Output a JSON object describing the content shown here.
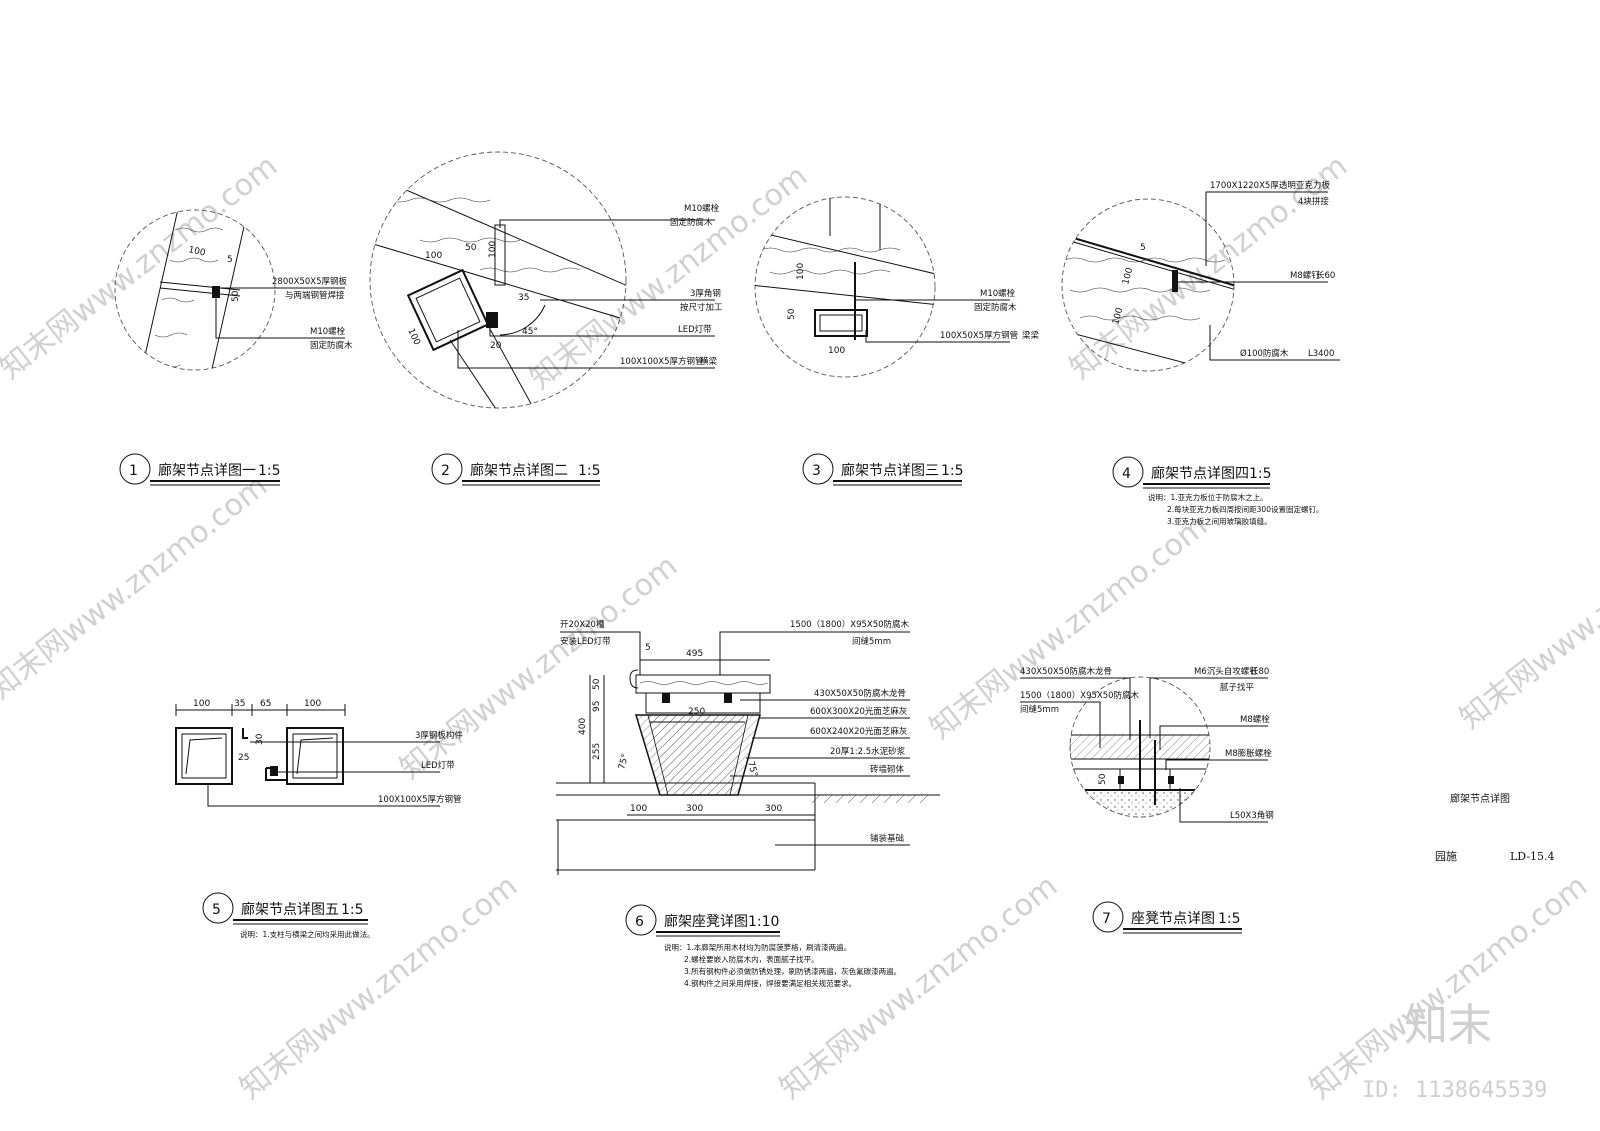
{
  "sheet": {
    "drawing_name": "廊架节点详图",
    "discipline": "园施",
    "drawing_no": "LD-15.4"
  },
  "watermark": {
    "text": "知末网www.znzmo.com",
    "brand": "知末",
    "id": "ID: 1138645539"
  },
  "details": [
    {
      "num": "1",
      "title": "廊架节点详图一",
      "scale": "1:5",
      "labels": [
        "2800X50X5厚钢板",
        "与两端钢管焊接",
        "M10螺栓",
        "固定防腐木"
      ],
      "dims": [
        "100",
        "5",
        "50"
      ]
    },
    {
      "num": "2",
      "title": "廊架节点详图二",
      "scale": "1:5",
      "labels": [
        "M10螺栓",
        "固定防腐木",
        "3厚角钢",
        "按尺寸加工",
        "LED灯带",
        "100X100X5厚方钢管",
        "横梁"
      ],
      "dims": [
        "100",
        "50",
        "100",
        "100",
        "35",
        "20",
        "45°"
      ]
    },
    {
      "num": "3",
      "title": "廊架节点详图三",
      "scale": "1:5",
      "labels": [
        "M10螺栓",
        "固定防腐木",
        "100X50X5厚方钢管",
        "梁梁"
      ],
      "dims": [
        "100",
        "50",
        "100"
      ]
    },
    {
      "num": "4",
      "title": "廊架节点详图四",
      "scale": "1:5",
      "labels": [
        "1700X1220X5厚透明亚克力板",
        "4块拼接",
        "M8螺钉",
        "长60",
        "Ø100防腐木",
        "L3400"
      ],
      "dims": [
        "5",
        "100",
        "100"
      ],
      "notes": [
        "说明：1.亚克力板位于防腐木之上。",
        "2.每块亚克力板四周按间距300设置固定螺钉。",
        "3.亚克力板之间用玻璃胶填缝。"
      ]
    },
    {
      "num": "5",
      "title": "廊架节点详图五",
      "scale": "1:5",
      "labels": [
        "3厚钢板构件",
        "LED灯带",
        "100X100X5厚方钢管"
      ],
      "dims": [
        "100",
        "35",
        "65",
        "100",
        "30",
        "25"
      ],
      "notes": [
        "说明：1.支柱与横梁之间均采用此做法。"
      ]
    },
    {
      "num": "6",
      "title": "廊架座凳详图",
      "scale": "1:10",
      "labels": [
        "开20X20槽",
        "安装LED灯带",
        "1500（1800）X95X50防腐木",
        "间缝5mm",
        "430X50X50防腐木龙骨",
        "600X300X20光面芝麻灰",
        "600X240X20光面芝麻灰",
        "20厚1:2.5水泥砂浆",
        "砖墙砌体",
        "铺装基础"
      ],
      "dims": [
        "495",
        "5",
        "50",
        "95",
        "400",
        "255",
        "250",
        "75°",
        "75°",
        "100",
        "300",
        "300"
      ],
      "notes": [
        "说明：1.本廊架所用木材均为防腐菠萝格，刷清漆两遍。",
        "2.螺栓要嵌入防腐木内，表面腻子找平。",
        "3.所有钢构件必须做防锈处理，刷防锈漆两遍，灰色氟碳漆两遍。",
        "4.钢构件之间采用焊接，焊接要满足相关规范要求。"
      ]
    },
    {
      "num": "7",
      "title": "座凳节点详图",
      "scale": "1:5",
      "labels": [
        "430X50X50防腐木龙骨",
        "1500（1800）X95X50防腐木",
        "间缝5mm",
        "M6沉头自攻螺钉",
        "长80",
        "腻子找平",
        "M8螺栓",
        "M8膨胀螺栓",
        "L50X3角钢"
      ],
      "dims": [
        "50"
      ]
    }
  ]
}
